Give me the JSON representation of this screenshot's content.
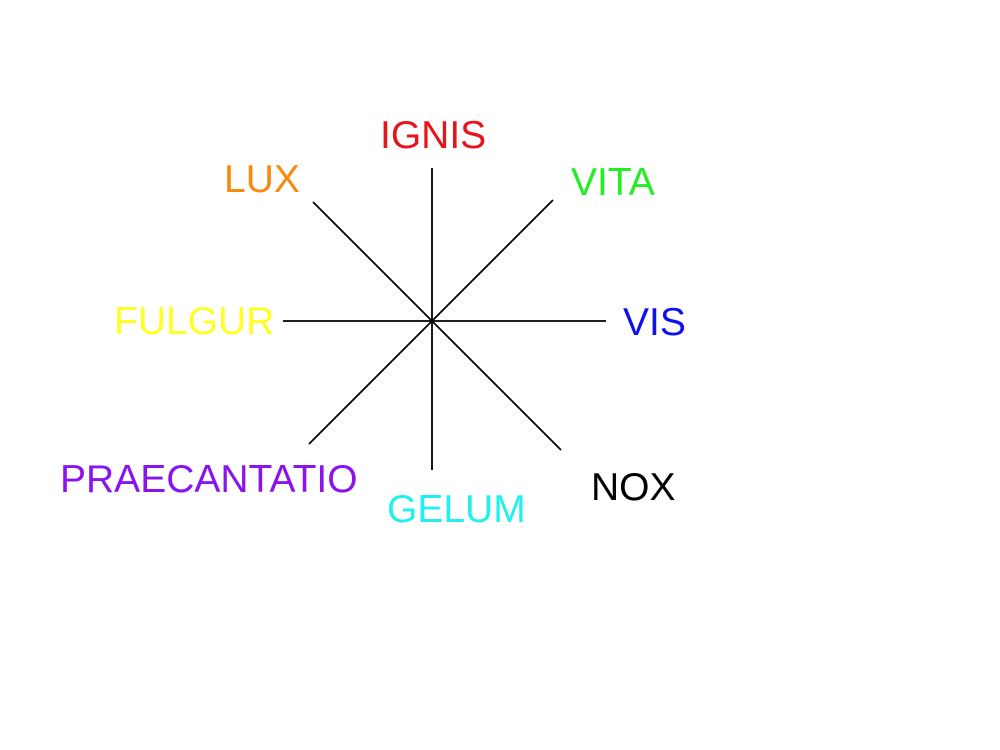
{
  "diagram": {
    "line_color": "#000000",
    "labels": [
      {
        "key": "ignis",
        "text": "IGNIS",
        "color": "#e8141c"
      },
      {
        "key": "vita",
        "text": "VITA",
        "color": "#22ee22"
      },
      {
        "key": "lux",
        "text": "LUX",
        "color": "#f88a0e"
      },
      {
        "key": "fulgur",
        "text": "FULGUR",
        "color": "#ffff22"
      },
      {
        "key": "vis",
        "text": "VIS",
        "color": "#1010ee"
      },
      {
        "key": "praecantatio",
        "text": "PRAECANTATIO",
        "color": "#8a14ee"
      },
      {
        "key": "gelum",
        "text": "GELUM",
        "color": "#22f0f0"
      },
      {
        "key": "nox",
        "text": "NOX",
        "color": "#000000"
      }
    ]
  }
}
